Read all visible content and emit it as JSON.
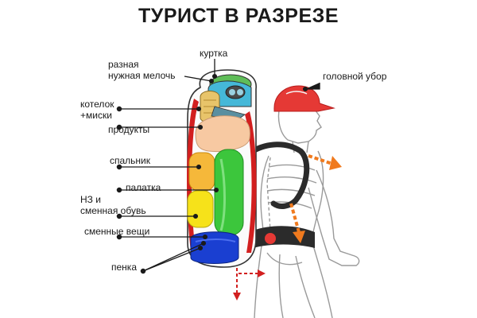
{
  "title": "ТУРИСТ В РАЗРЕЗЕ",
  "labels": {
    "jacket": "куртка",
    "small_items_line1": "разная",
    "small_items_line2": "нужная мелочь",
    "pot_line1": "котелок",
    "pot_line2": "+миски",
    "food": "продукты",
    "sleeping_bag": "спальник",
    "tent": "палатка",
    "reserve_line1": "НЗ и",
    "reserve_line2": "сменная обувь",
    "clothes": "сменные вещи",
    "mat": "пенка",
    "headwear": "головной убор"
  },
  "colors": {
    "backpack_frame": "#d21f1f",
    "sleeping_bag": "#f5b83a",
    "tent": "#3cc63c",
    "reserve": "#f6e21a",
    "mat": "#1a3fd1",
    "food": "#f7c9a2",
    "small_items": "#45b8d8",
    "pot": "#e8c46a",
    "cap": "#e53935",
    "arrow": "#f07a1e"
  }
}
